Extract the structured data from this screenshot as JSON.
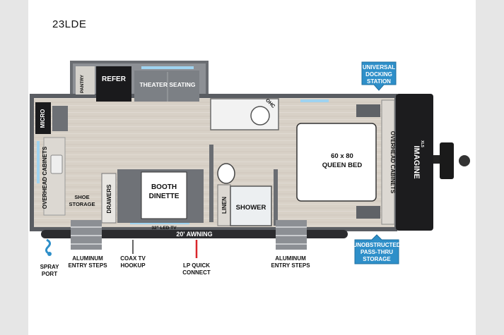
{
  "title": "23LDE",
  "brand": {
    "name": "IMAGINE",
    "sub": "XLS"
  },
  "rooms": {
    "refer": "REFER",
    "pantry": "PANTRY",
    "theater_seating": "THEATER SEATING",
    "micro": "MICRO",
    "ohc": "OHC",
    "overhead_cabinets_left": "OVERHEAD CABINETS",
    "overhead_cabinets_right": "OVERHEAD CABINETS",
    "queen_bed": [
      "60 x 80",
      "QUEEN BED"
    ],
    "shoe_storage": [
      "SHOE",
      "STORAGE"
    ],
    "drawers": "DRAWERS",
    "booth_dinette": [
      "BOOTH",
      "DINETTE"
    ],
    "led_tv": "32\" LED TV",
    "linen": "LINEN",
    "shower": "SHOWER",
    "awning": "20' AWNING"
  },
  "callouts": {
    "universal_docking": [
      "UNIVERSAL",
      "DOCKING",
      "STATION"
    ],
    "pass_thru": [
      "UNOBSTRUCTED",
      "PASS-THRU",
      "STORAGE"
    ]
  },
  "exterior": {
    "spray_port": [
      "SPRAY",
      "PORT"
    ],
    "entry_steps_left": [
      "ALUMINUM",
      "ENTRY STEPS"
    ],
    "coax_tv": [
      "COAX TV",
      "HOOKUP"
    ],
    "lp_quick": [
      "LP QUICK",
      "CONNECT"
    ],
    "entry_steps_right": [
      "ALUMINUM",
      "ENTRY STEPS"
    ]
  },
  "colors": {
    "floor": "#d9d2c8",
    "walls": "#5a5d62",
    "front_cap": "#1c1c1e",
    "awning": "#2b2b2e",
    "callout_blue": "#2e8fc9",
    "window_blue": "#9fd3f0",
    "lp_red": "#d9262b"
  }
}
